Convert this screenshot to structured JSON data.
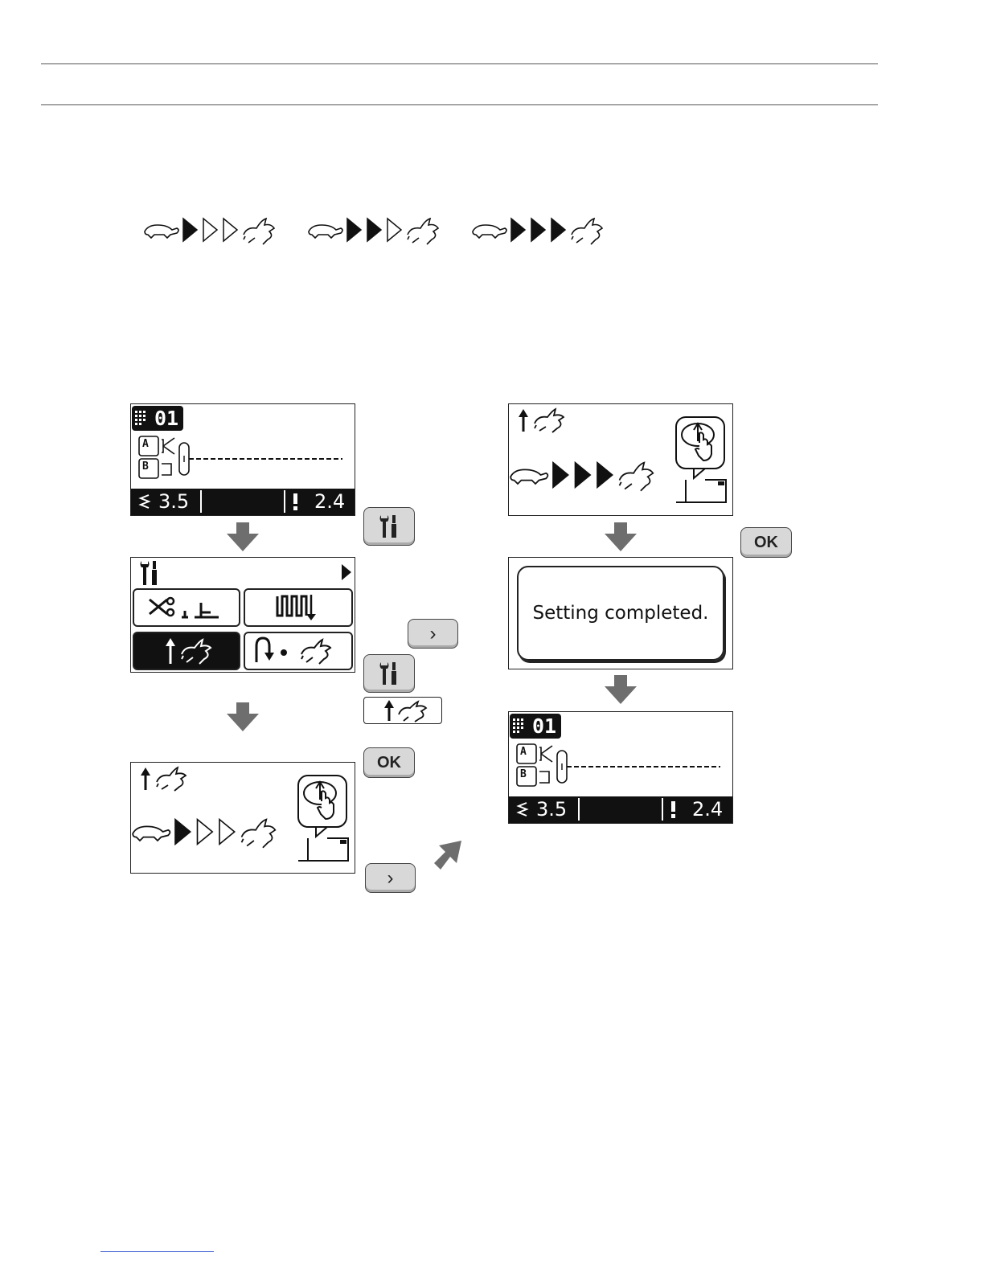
{
  "speed_levels": [
    {
      "filled": 1,
      "total": 3
    },
    {
      "filled": 2,
      "total": 3
    },
    {
      "filled": 3,
      "total": 3
    }
  ],
  "screens": {
    "home": {
      "pattern_number": "01",
      "label_a": "A",
      "label_b": "B",
      "stitch_width": "3.5",
      "stitch_length": "2.4"
    },
    "settings_menu": {
      "selected_item": "start-speed"
    },
    "speed_setting_low": {
      "filled": 1,
      "total": 3
    },
    "speed_setting_high": {
      "filled": 3,
      "total": 3
    },
    "confirmation": {
      "message": "Setting completed."
    },
    "home_after": {
      "pattern_number": "01",
      "label_a": "A",
      "label_b": "B",
      "stitch_width": "3.5",
      "stitch_length": "2.4"
    }
  },
  "buttons": {
    "ok_label": "OK",
    "next_symbol": "›"
  },
  "colors": {
    "lcd_dark": "#111111",
    "arrow": "#6e6e6e",
    "button_face": "#d8d8d8"
  }
}
